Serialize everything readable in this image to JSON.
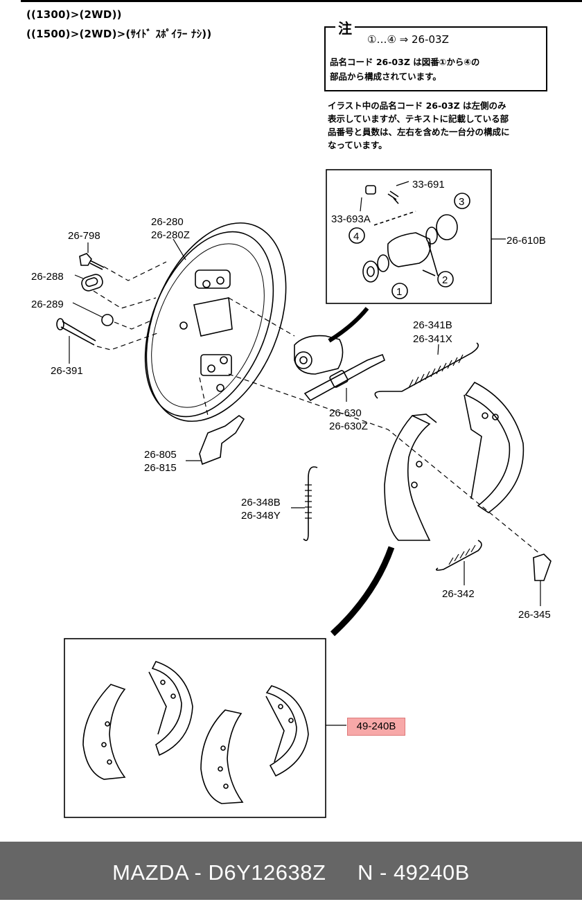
{
  "header": {
    "line1": "((1300)>(2WD))",
    "line2": "((1500)>(2WD)>(ｻｲﾄﾞ ｽﾎﾟｲﾗｰ ﾅｼ))"
  },
  "note": {
    "title": "注",
    "line1_range": "①…④ ⇒ 26-03Z",
    "line2": "品名コード 26-03Z は図番①から④の",
    "line3": "部品から構成されています。",
    "paragraph": "イラスト中の品名コード 26-03Z は左側のみ\n表示していますが、テキストに記載している部\n品番号と員数は、左右を含めた一台分の構成に\nなっています。"
  },
  "labels": {
    "p26_798": "26-798",
    "p26_288": "26-288",
    "p26_289": "26-289",
    "p26_391": "26-391",
    "p26_280": "26-280",
    "p26_280Z": "26-280Z",
    "p33_691": "33-691",
    "p33_693A": "33-693A",
    "p26_610B": "26-610B",
    "c1": "1",
    "c2": "2",
    "c3": "3",
    "c4": "4",
    "p26_341B": "26-341B",
    "p26_341X": "26-341X",
    "p26_630": "26-630",
    "p26_630Z": "26-630Z",
    "p26_805": "26-805",
    "p26_815": "26-815",
    "p26_348B": "26-348B",
    "p26_348Y": "26-348Y",
    "p26_342": "26-342",
    "p26_345": "26-345",
    "p49_240B": "49-240B"
  },
  "footer": {
    "text": "MAZDA - D6Y12638Z     N - 49240B"
  },
  "colors": {
    "highlight": "#f7a8a8",
    "footer_bg": "#666666"
  }
}
